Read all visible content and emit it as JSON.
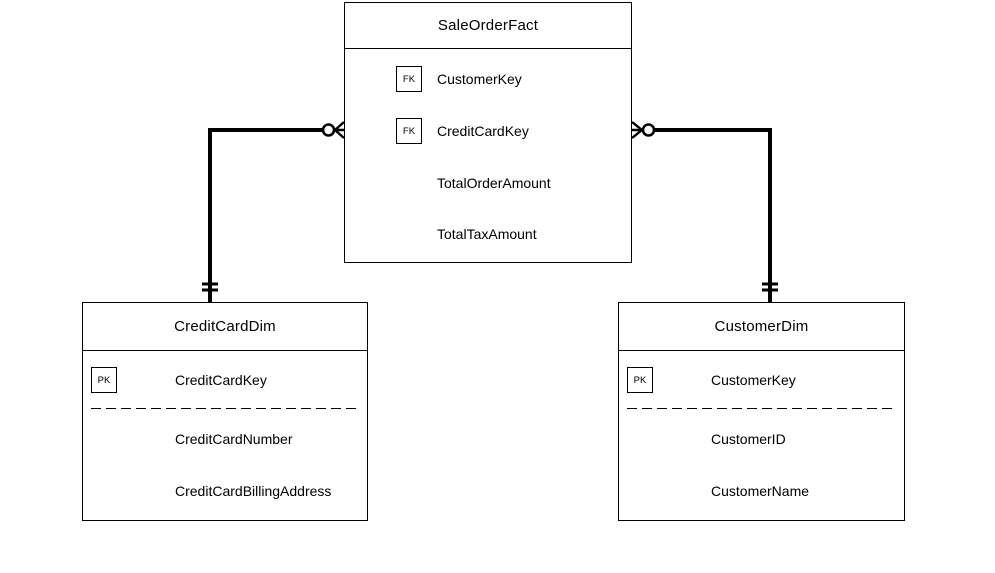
{
  "colors": {
    "line": "#000000",
    "background": "#ffffff",
    "text": "#000000"
  },
  "entities": [
    {
      "name": "SaleOrderFact",
      "rows": [
        {
          "key": "FK",
          "name": "CustomerKey"
        },
        {
          "key": "FK",
          "name": "CreditCardKey"
        },
        {
          "key": "",
          "name": "TotalOrderAmount"
        },
        {
          "key": "",
          "name": "TotalTaxAmount"
        }
      ]
    },
    {
      "name": "CreditCardDim",
      "rows": [
        {
          "key": "PK",
          "name": "CreditCardKey"
        },
        {
          "key": "",
          "name": "CreditCardNumber"
        },
        {
          "key": "",
          "name": "CreditCardBillingAddress"
        }
      ]
    },
    {
      "name": "CustomerDim",
      "rows": [
        {
          "key": "PK",
          "name": "CustomerKey"
        },
        {
          "key": "",
          "name": "CustomerID"
        },
        {
          "key": "",
          "name": "CustomerName"
        }
      ]
    }
  ],
  "relationships": [
    {
      "from": "CreditCardDim",
      "to": "SaleOrderFact",
      "from_cardinality": "one-and-only-one",
      "to_cardinality": "zero-or-many"
    },
    {
      "from": "CustomerDim",
      "to": "SaleOrderFact",
      "from_cardinality": "one-and-only-one",
      "to_cardinality": "zero-or-many"
    }
  ]
}
